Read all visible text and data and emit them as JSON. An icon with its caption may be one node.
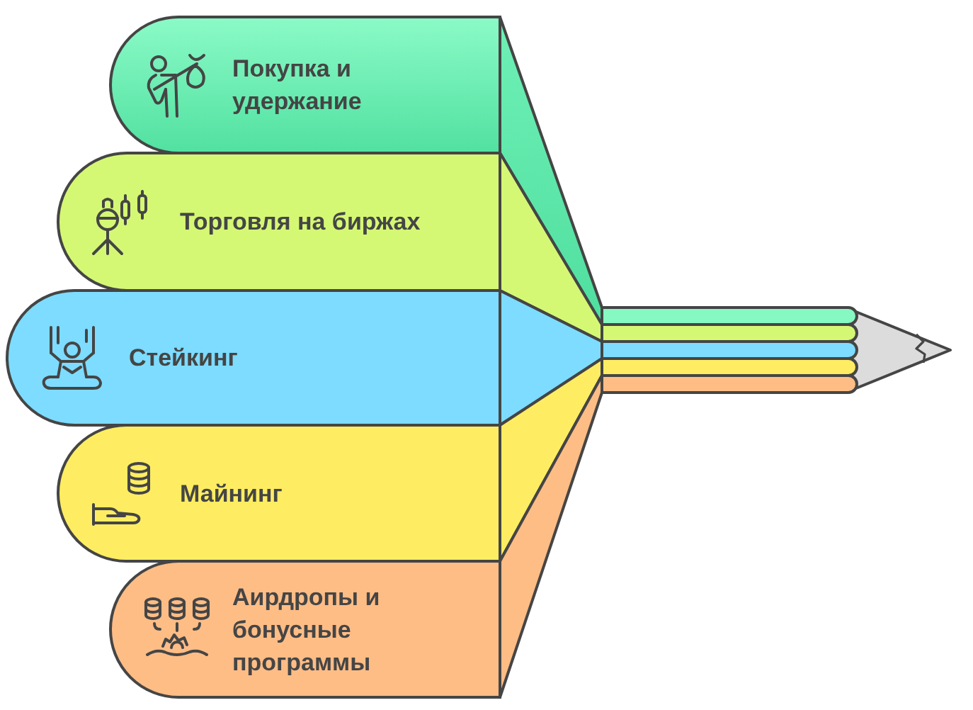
{
  "diagram": {
    "nodes": [
      {
        "text": [
          "Покупка и удержание"
        ]
      },
      {
        "text": [
          "Торговля на биржах"
        ]
      },
      {
        "text": [
          "Стейкинг"
        ]
      },
      {
        "text": [
          "Майнинг"
        ]
      },
      {
        "text": [
          "Аирдропы и бонусные программы"
        ]
      }
    ]
  }
}
